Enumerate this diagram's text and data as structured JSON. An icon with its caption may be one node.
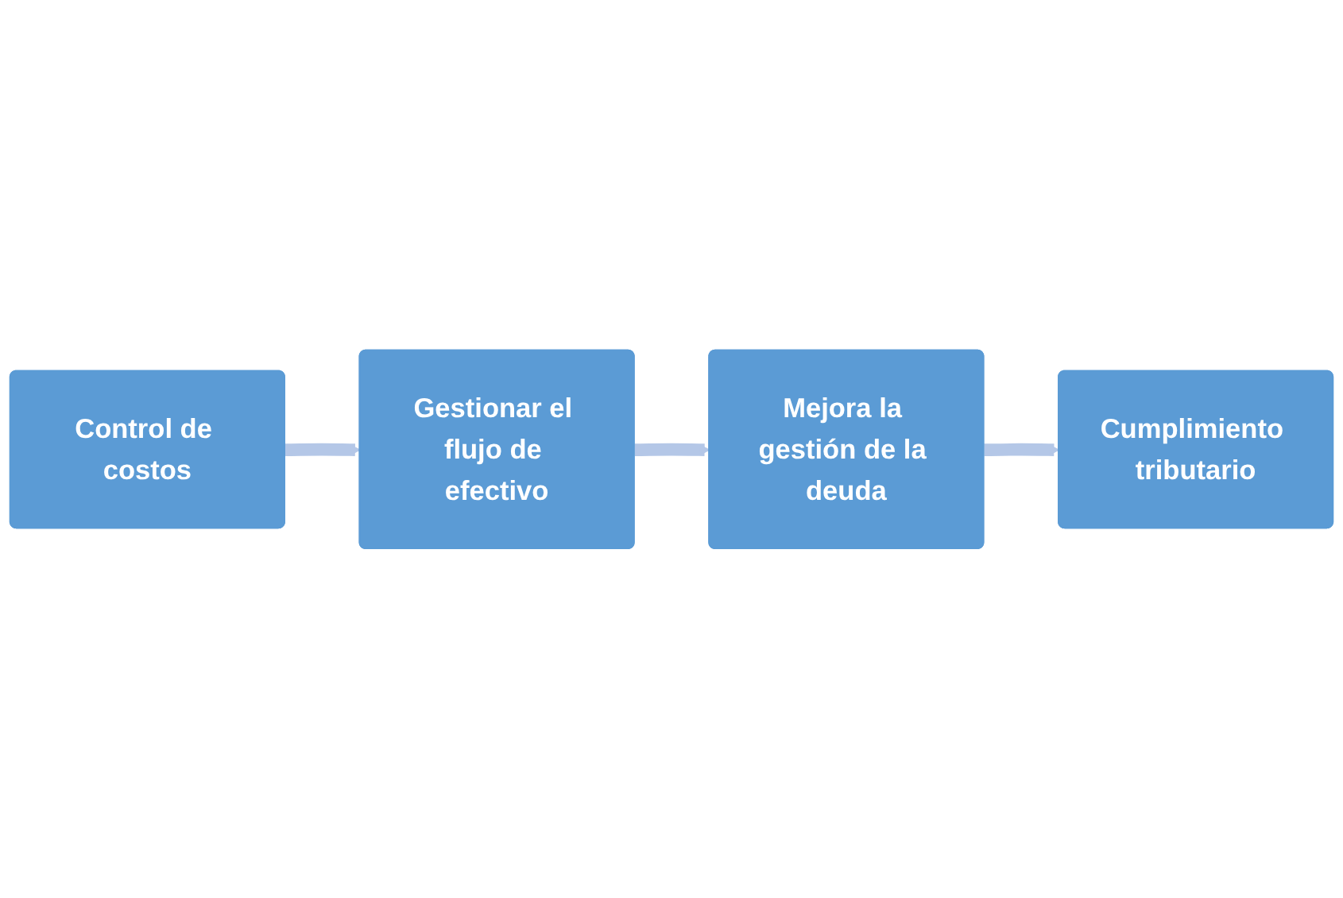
{
  "diagram": {
    "nodes": [
      {
        "text": [
          "Control de costos"
        ]
      },
      {
        "text": [
          "Gestionar el flujo de efectivo"
        ]
      },
      {
        "text": [
          "Mejora la gestión de la deuda"
        ]
      },
      {
        "text": [
          "Cumplimiento tributario"
        ]
      }
    ],
    "edges": [
      {
        "from": 0,
        "to": 1,
        "arrow": "to"
      },
      {
        "from": 1,
        "to": 2,
        "arrow": "to"
      },
      {
        "from": 2,
        "to": 3,
        "arrow": "to"
      }
    ]
  }
}
